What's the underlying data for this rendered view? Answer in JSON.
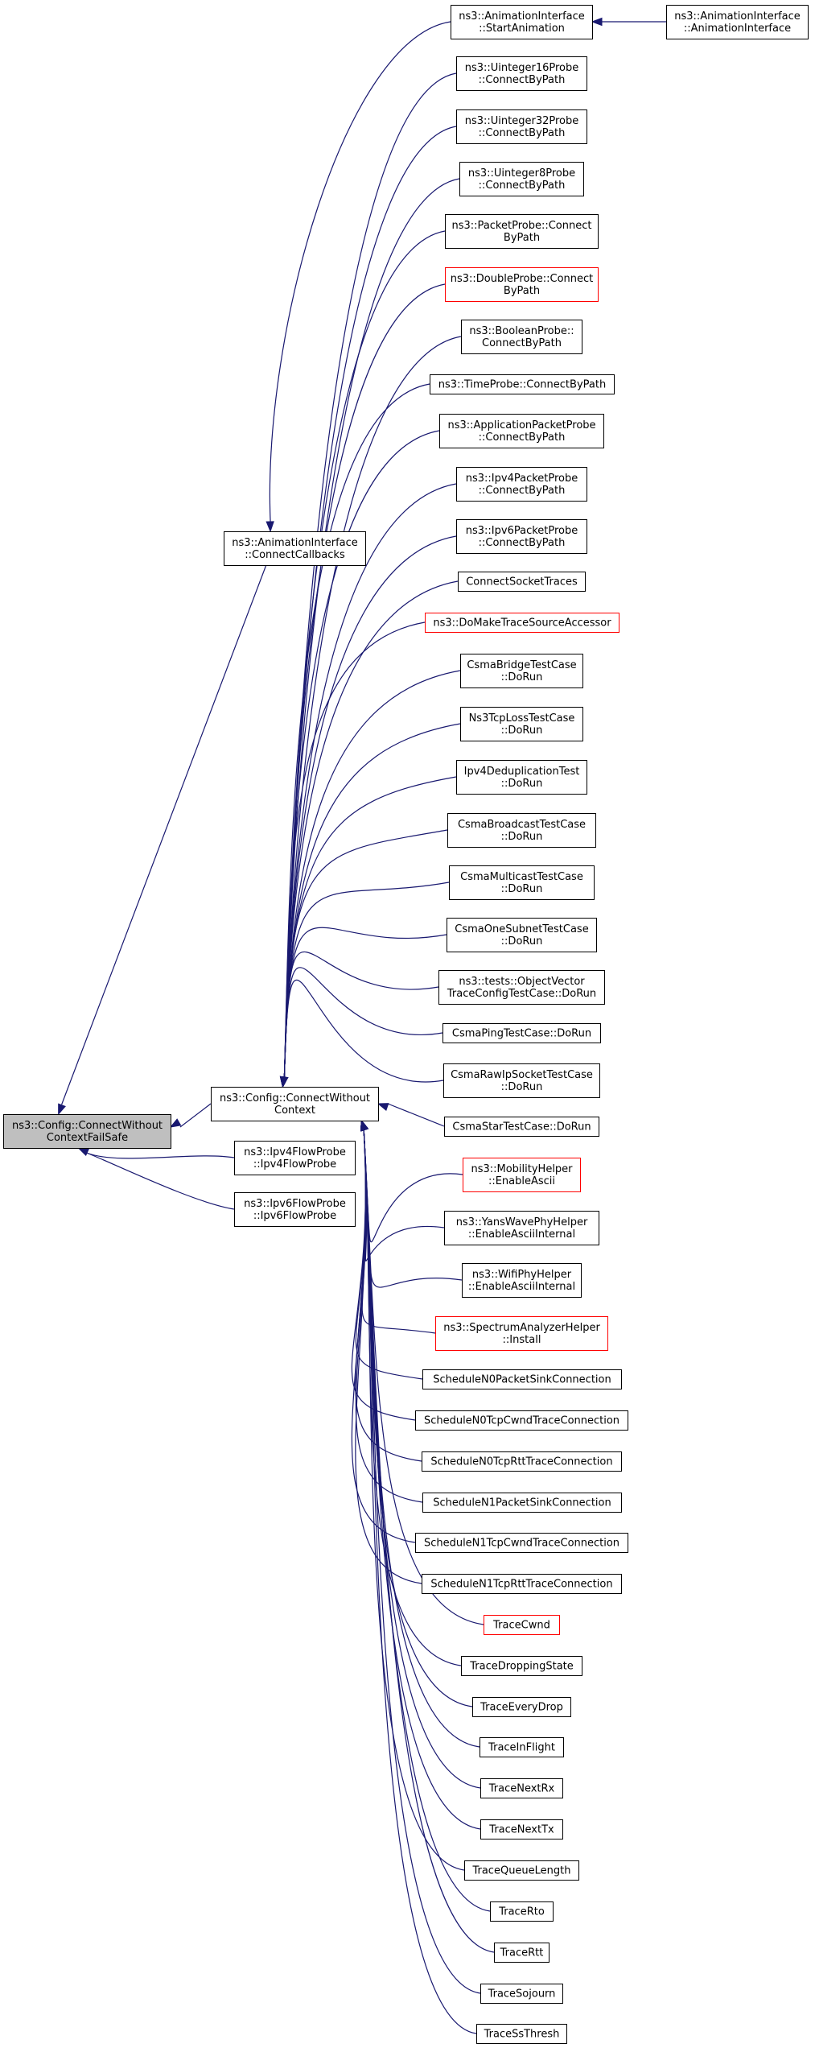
{
  "colors": {
    "edge": "#191970",
    "highlight_border": "#ff0000",
    "focus_fill": "#bfbfbf"
  },
  "nodes": [
    {
      "id": "focus",
      "lines": [
        "ns3::Config::ConnectWithout",
        "ContextFailSafe"
      ],
      "focus": true
    },
    {
      "id": "ccb",
      "lines": [
        "ns3::AnimationInterface",
        "::ConnectCallbacks"
      ]
    },
    {
      "id": "sa",
      "lines": [
        "ns3::AnimationInterface",
        "::StartAnimation"
      ]
    },
    {
      "id": "ai",
      "lines": [
        "ns3::AnimationInterface",
        "::AnimationInterface"
      ]
    },
    {
      "id": "cwc",
      "lines": [
        "ns3::Config::ConnectWithout",
        "Context"
      ]
    },
    {
      "id": "ipv4fp",
      "lines": [
        "ns3::Ipv4FlowProbe",
        "::Ipv4FlowProbe"
      ]
    },
    {
      "id": "ipv6fp",
      "lines": [
        "ns3::Ipv6FlowProbe",
        "::Ipv6FlowProbe"
      ]
    },
    {
      "id": "u16",
      "lines": [
        "ns3::Uinteger16Probe",
        "::ConnectByPath"
      ]
    },
    {
      "id": "u32",
      "lines": [
        "ns3::Uinteger32Probe",
        "::ConnectByPath"
      ]
    },
    {
      "id": "u8",
      "lines": [
        "ns3::Uinteger8Probe",
        "::ConnectByPath"
      ]
    },
    {
      "id": "pp",
      "lines": [
        "ns3::PacketProbe::Connect",
        "ByPath"
      ]
    },
    {
      "id": "dp",
      "lines": [
        "ns3::DoubleProbe::Connect",
        "ByPath"
      ],
      "red": true
    },
    {
      "id": "bp",
      "lines": [
        "ns3::BooleanProbe::",
        "ConnectByPath"
      ]
    },
    {
      "id": "tp",
      "lines": [
        "ns3::TimeProbe::ConnectByPath"
      ]
    },
    {
      "id": "app",
      "lines": [
        "ns3::ApplicationPacketProbe",
        "::ConnectByPath"
      ]
    },
    {
      "id": "i4pp",
      "lines": [
        "ns3::Ipv4PacketProbe",
        "::ConnectByPath"
      ]
    },
    {
      "id": "i6pp",
      "lines": [
        "ns3::Ipv6PacketProbe",
        "::ConnectByPath"
      ]
    },
    {
      "id": "cst",
      "lines": [
        "ConnectSocketTraces"
      ]
    },
    {
      "id": "dmtsa",
      "lines": [
        "ns3::DoMakeTraceSourceAccessor"
      ],
      "red": true
    },
    {
      "id": "cbt",
      "lines": [
        "CsmaBridgeTestCase",
        "::DoRun"
      ]
    },
    {
      "id": "ntl",
      "lines": [
        "Ns3TcpLossTestCase",
        "::DoRun"
      ]
    },
    {
      "id": "idt",
      "lines": [
        "Ipv4DeduplicationTest",
        "::DoRun"
      ]
    },
    {
      "id": "cbct",
      "lines": [
        "CsmaBroadcastTestCase",
        "::DoRun"
      ]
    },
    {
      "id": "cmct",
      "lines": [
        "CsmaMulticastTestCase",
        "::DoRun"
      ]
    },
    {
      "id": "cost",
      "lines": [
        "CsmaOneSubnetTestCase",
        "::DoRun"
      ]
    },
    {
      "id": "ovt",
      "lines": [
        "ns3::tests::ObjectVector",
        "TraceConfigTestCase::DoRun"
      ]
    },
    {
      "id": "cpt",
      "lines": [
        "CsmaPingTestCase::DoRun"
      ]
    },
    {
      "id": "crst",
      "lines": [
        "CsmaRawIpSocketTestCase",
        "::DoRun"
      ]
    },
    {
      "id": "cstar",
      "lines": [
        "CsmaStarTestCase::DoRun"
      ]
    },
    {
      "id": "mh",
      "lines": [
        "ns3::MobilityHelper",
        "::EnableAscii"
      ],
      "red": true
    },
    {
      "id": "ywph",
      "lines": [
        "ns3::YansWavePhyHelper",
        "::EnableAsciiInternal"
      ]
    },
    {
      "id": "wph",
      "lines": [
        "ns3::WifiPhyHelper",
        "::EnableAsciiInternal"
      ]
    },
    {
      "id": "sah",
      "lines": [
        "ns3::SpectrumAnalyzerHelper",
        "::Install"
      ],
      "red": true
    },
    {
      "id": "s0psc",
      "lines": [
        "ScheduleN0PacketSinkConnection"
      ]
    },
    {
      "id": "s0cw",
      "lines": [
        "ScheduleN0TcpCwndTraceConnection"
      ]
    },
    {
      "id": "s0rtt",
      "lines": [
        "ScheduleN0TcpRttTraceConnection"
      ]
    },
    {
      "id": "s1psc",
      "lines": [
        "ScheduleN1PacketSinkConnection"
      ]
    },
    {
      "id": "s1cw",
      "lines": [
        "ScheduleN1TcpCwndTraceConnection"
      ]
    },
    {
      "id": "s1rtt",
      "lines": [
        "ScheduleN1TcpRttTraceConnection"
      ]
    },
    {
      "id": "tcwnd",
      "lines": [
        "TraceCwnd"
      ],
      "red": true
    },
    {
      "id": "tds",
      "lines": [
        "TraceDroppingState"
      ]
    },
    {
      "id": "ted",
      "lines": [
        "TraceEveryDrop"
      ]
    },
    {
      "id": "tif",
      "lines": [
        "TraceInFlight"
      ]
    },
    {
      "id": "tnrx",
      "lines": [
        "TraceNextRx"
      ]
    },
    {
      "id": "tntx",
      "lines": [
        "TraceNextTx"
      ]
    },
    {
      "id": "tql",
      "lines": [
        "TraceQueueLength"
      ]
    },
    {
      "id": "trto",
      "lines": [
        "TraceRto"
      ]
    },
    {
      "id": "trtt",
      "lines": [
        "TraceRtt"
      ]
    },
    {
      "id": "tsoj",
      "lines": [
        "TraceSojourn"
      ]
    },
    {
      "id": "tsst",
      "lines": [
        "TraceSsThresh"
      ]
    }
  ],
  "edges": [
    {
      "from": "ccb",
      "to": "focus"
    },
    {
      "from": "cwc",
      "to": "focus"
    },
    {
      "from": "ipv4fp",
      "to": "focus"
    },
    {
      "from": "ipv6fp",
      "to": "focus"
    },
    {
      "from": "sa",
      "to": "ccb"
    },
    {
      "from": "ai",
      "to": "sa"
    },
    {
      "from": "u16",
      "to": "cwc"
    },
    {
      "from": "u32",
      "to": "cwc"
    },
    {
      "from": "u8",
      "to": "cwc"
    },
    {
      "from": "pp",
      "to": "cwc"
    },
    {
      "from": "dp",
      "to": "cwc"
    },
    {
      "from": "bp",
      "to": "cwc"
    },
    {
      "from": "tp",
      "to": "cwc"
    },
    {
      "from": "app",
      "to": "cwc"
    },
    {
      "from": "i4pp",
      "to": "cwc"
    },
    {
      "from": "i6pp",
      "to": "cwc"
    },
    {
      "from": "cst",
      "to": "cwc"
    },
    {
      "from": "dmtsa",
      "to": "cwc"
    },
    {
      "from": "cbt",
      "to": "cwc"
    },
    {
      "from": "ntl",
      "to": "cwc"
    },
    {
      "from": "idt",
      "to": "cwc"
    },
    {
      "from": "cbct",
      "to": "cwc"
    },
    {
      "from": "cmct",
      "to": "cwc"
    },
    {
      "from": "cost",
      "to": "cwc"
    },
    {
      "from": "ovt",
      "to": "cwc"
    },
    {
      "from": "cpt",
      "to": "cwc"
    },
    {
      "from": "crst",
      "to": "cwc"
    },
    {
      "from": "cstar",
      "to": "cwc"
    },
    {
      "from": "mh",
      "to": "cwc"
    },
    {
      "from": "ywph",
      "to": "cwc"
    },
    {
      "from": "wph",
      "to": "cwc"
    },
    {
      "from": "sah",
      "to": "cwc"
    },
    {
      "from": "s0psc",
      "to": "cwc"
    },
    {
      "from": "s0cw",
      "to": "cwc"
    },
    {
      "from": "s0rtt",
      "to": "cwc"
    },
    {
      "from": "s1psc",
      "to": "cwc"
    },
    {
      "from": "s1cw",
      "to": "cwc"
    },
    {
      "from": "s1rtt",
      "to": "cwc"
    },
    {
      "from": "tcwnd",
      "to": "cwc"
    },
    {
      "from": "tds",
      "to": "cwc"
    },
    {
      "from": "ted",
      "to": "cwc"
    },
    {
      "from": "tif",
      "to": "cwc"
    },
    {
      "from": "tnrx",
      "to": "cwc"
    },
    {
      "from": "tntx",
      "to": "cwc"
    },
    {
      "from": "tql",
      "to": "cwc"
    },
    {
      "from": "trto",
      "to": "cwc"
    },
    {
      "from": "trtt",
      "to": "cwc"
    },
    {
      "from": "tsoj",
      "to": "cwc"
    },
    {
      "from": "tsst",
      "to": "cwc"
    }
  ]
}
